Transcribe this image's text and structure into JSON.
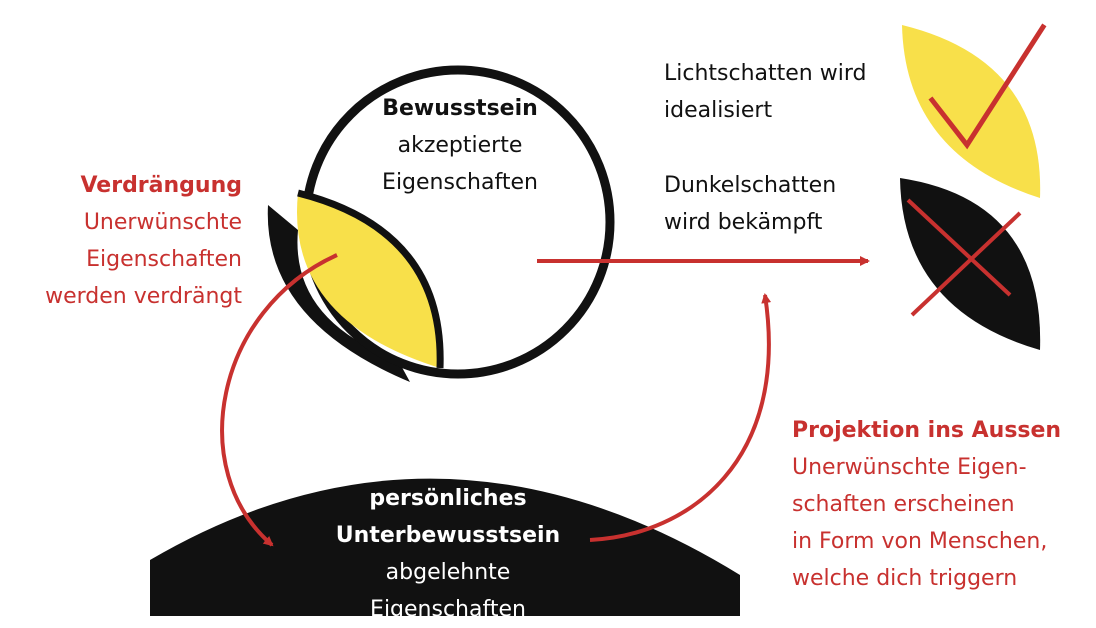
{
  "colors": {
    "black": "#111111",
    "red": "#c8312f",
    "yellow": "#f8e04a",
    "white": "#ffffff"
  },
  "consciousness": {
    "title": "Bewusstsein",
    "lines": [
      "akzeptierte",
      "Eigenschaften"
    ]
  },
  "repression": {
    "title": "Verdrängung",
    "lines": [
      "Unerwünschte",
      "Eigenschaften",
      "werden verdrängt"
    ]
  },
  "light_shadow": {
    "lines": [
      "Lichtschatten wird",
      "idealisiert"
    ]
  },
  "dark_shadow": {
    "lines": [
      "Dunkelschatten",
      "wird bekämpft"
    ]
  },
  "subconscious": {
    "title_lines": [
      "persönliches",
      "Unterbewusstsein"
    ],
    "lines": [
      "abgelehnte",
      "Eigenschaften"
    ]
  },
  "projection": {
    "title": "Projektion ins Aussen",
    "lines": [
      "Unerwünschte Eigen-",
      "schaften erscheinen",
      "in Form von Menschen,",
      "welche dich triggern"
    ]
  },
  "icons": [
    "check-icon",
    "cross-icon"
  ]
}
